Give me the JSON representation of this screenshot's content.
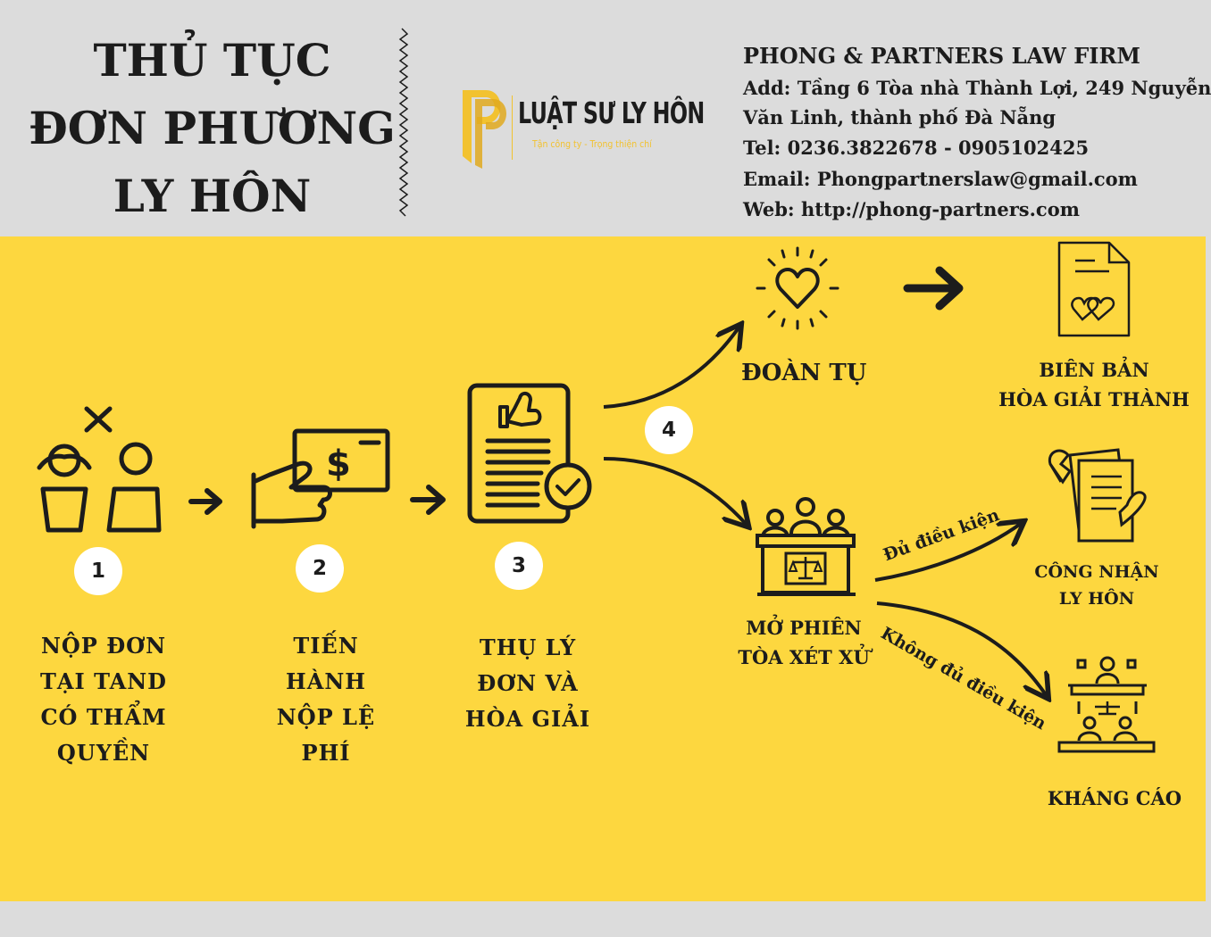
{
  "header": {
    "title_lines": [
      "THỦ TỤC",
      "ĐƠN PHƯƠNG",
      "LY HÔN"
    ],
    "logo": {
      "monogram": "PP",
      "name": "LUẬT SƯ LY HÔN",
      "slogan": "Tận công ty - Trọng thiện chí",
      "accent_color": "#f2c230"
    },
    "firm": {
      "name": "PHONG & PARTNERS LAW FIRM",
      "address_line1": "Add: Tầng 6 Tòa nhà Thành Lợi, 249 Nguyễn",
      "address_line2": "Văn  Linh, thành phố Đà Nẵng",
      "tel": "Tel: 0236.3822678 - 0905102425",
      "email": "Email: Phongpartnerslaw@gmail.com",
      "web": "Web: http://phong-partners.com"
    }
  },
  "steps": [
    {
      "number": "1",
      "label_lines": [
        "NỘP ĐƠN",
        "TẠI TAND",
        "CÓ THẨM",
        "QUYỀN"
      ],
      "icon": "couple-separation-icon"
    },
    {
      "number": "2",
      "label_lines": [
        "TIẾN",
        "HÀNH",
        "NỘP LỆ",
        "PHÍ"
      ],
      "icon": "hand-pay-money-icon"
    },
    {
      "number": "3",
      "label_lines": [
        "THỤ LÝ",
        "ĐƠN VÀ",
        "HÒA GIẢI"
      ],
      "icon": "approved-document-icon"
    },
    {
      "number": "4"
    }
  ],
  "outcomes": {
    "reunion": {
      "label": "ĐOÀN TỤ",
      "icon": "heart-icon"
    },
    "reconcile_record": {
      "label_lines": [
        "BIÊN BẢN",
        "HÒA GIẢI THÀNH"
      ],
      "icon": "heart-document-icon"
    },
    "trial": {
      "label_lines": [
        "MỞ PHIÊN",
        "TÒA XÉT XỬ"
      ],
      "icon": "court-judges-icon"
    },
    "divorce_recognized": {
      "label_lines": [
        "CÔNG NHẬN",
        "LY HÔN"
      ],
      "icon": "broken-heart-document-icon"
    },
    "appeal": {
      "label": "KHÁNG CÁO",
      "icon": "appeal-court-icon"
    }
  },
  "branches": {
    "eligible": "Đủ điều kiện",
    "not_eligible": "Không đủ điều kiện"
  },
  "colors": {
    "band": "#fdd73f",
    "header_bg": "#dcdcdc",
    "ink": "#1c1c1c"
  }
}
